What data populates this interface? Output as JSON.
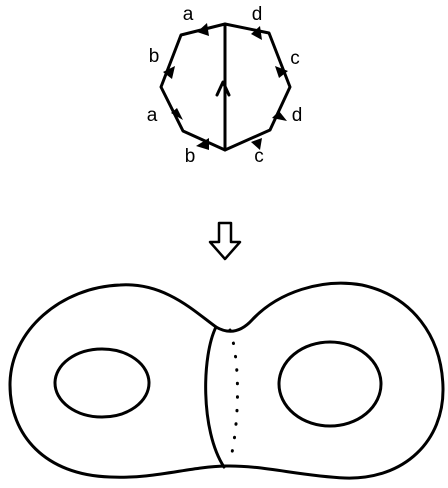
{
  "polygon": {
    "edge_labels": [
      "a",
      "d",
      "b",
      "c",
      "a",
      "d",
      "b",
      "c"
    ]
  },
  "colors": {
    "ink": "#000000",
    "background": "#ffffff"
  },
  "icons": {
    "implies": "down-arrow-icon"
  }
}
